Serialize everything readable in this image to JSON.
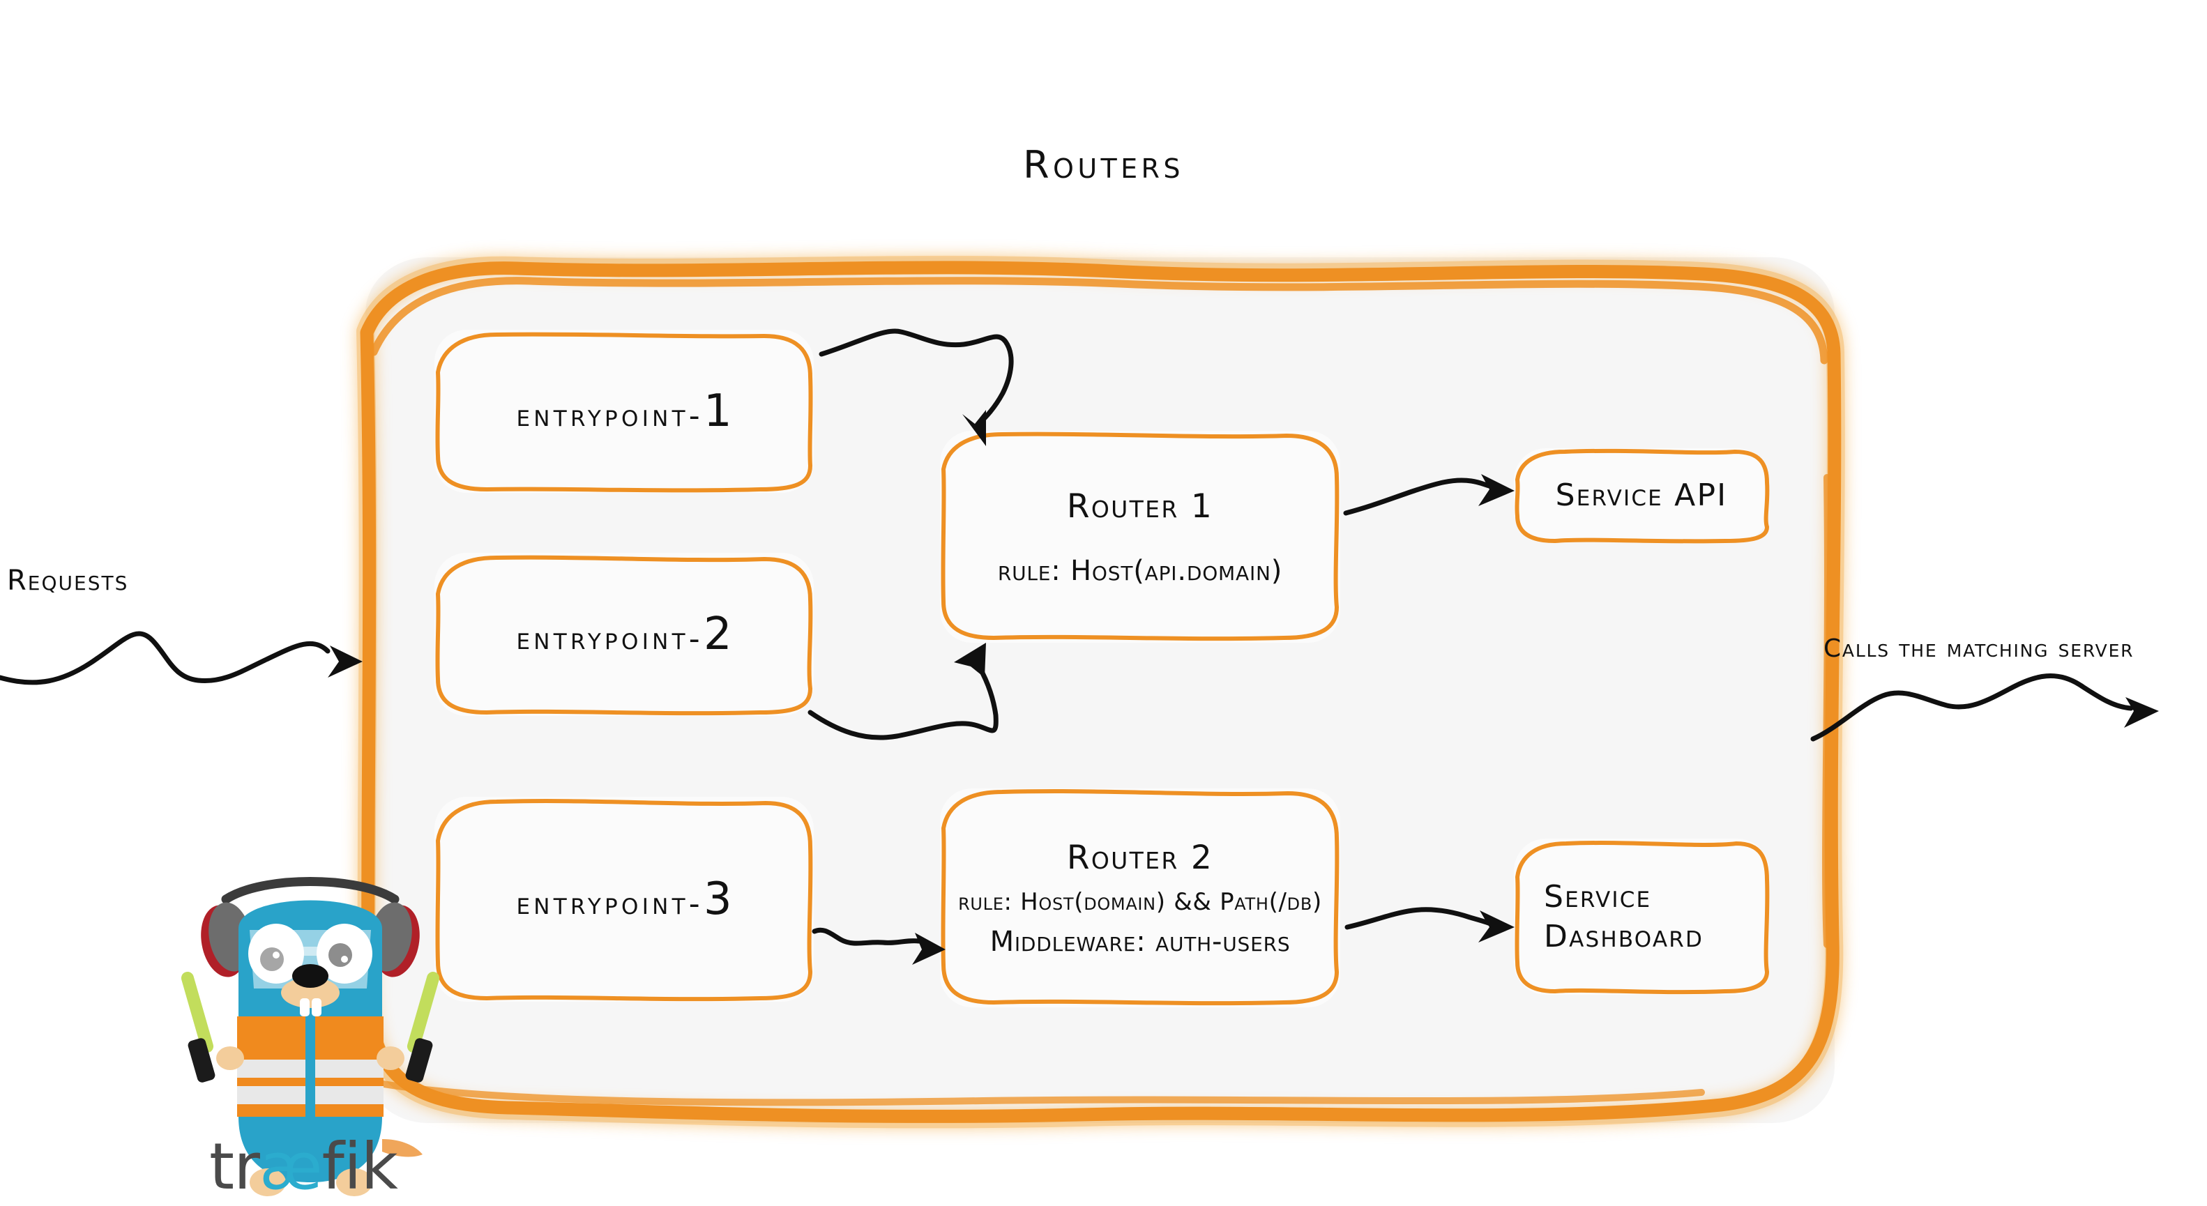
{
  "diagram": {
    "title": "Routers",
    "background_color": "#ffffff",
    "container_fill": "#f6f6f6",
    "accent_color": "#ee9023",
    "ink_color": "#101010"
  },
  "entrypoints": [
    {
      "name": "entrypoint-",
      "number": "1"
    },
    {
      "name": "entrypoint-",
      "number": "2"
    },
    {
      "name": "entrypoint-",
      "number": "3"
    }
  ],
  "routers": [
    {
      "title": "Router 1",
      "rule": "rule: Host(api.domain)"
    },
    {
      "title": "Router 2",
      "rule": "rule: Host(domain) && Path(/db)",
      "middleware": "Middleware: auth-users"
    }
  ],
  "services": [
    {
      "label": "Service API"
    },
    {
      "line1": "Service",
      "line2": "Dashboard"
    }
  ],
  "labels": {
    "requests": "Requests",
    "calls_matching_server": "Calls the matching server"
  },
  "brand": {
    "logo_part1": "tr",
    "logo_part2": "æ",
    "logo_part3": "fik",
    "logo_color_dark": "#4a4a4a",
    "logo_color_cyan": "#2bacce",
    "mascot_body_color": "#29a3c9",
    "mascot_vest_color": "#f08a1e",
    "mascot_wand_color": "#c2dd5c"
  }
}
